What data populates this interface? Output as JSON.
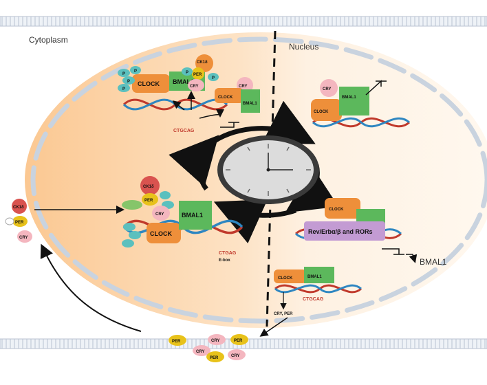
{
  "labels": {
    "cytoplasm": "Cytoplasm",
    "nucleus": "Nucleus",
    "ebox": "E-box",
    "bmal1_out": "BMAL1",
    "cry_per": "CRY, PER"
  },
  "proteins": {
    "clock": "CLOCK",
    "bmal1": "BMAL1",
    "per": "PER",
    "cry": "CRY",
    "ck1d": "CK1δ",
    "p": "P",
    "rev": "Rev/Erbα/β and RORs"
  },
  "motifs": {
    "ctgcag": "CTGCAG",
    "ctgag": "CTGAG"
  },
  "colors": {
    "clock": "#ee8f3a",
    "bmal1": "#5cb85c",
    "cry": "#f4b6bf",
    "per": "#e8c21a",
    "ck1d": "#d9534f",
    "phospho": "#5bc0be",
    "rev": "#c39bd3",
    "cyto_fill": "#fde3c2",
    "nuc_fill": "#fef4e8",
    "membrane": "#cfd7e3"
  }
}
